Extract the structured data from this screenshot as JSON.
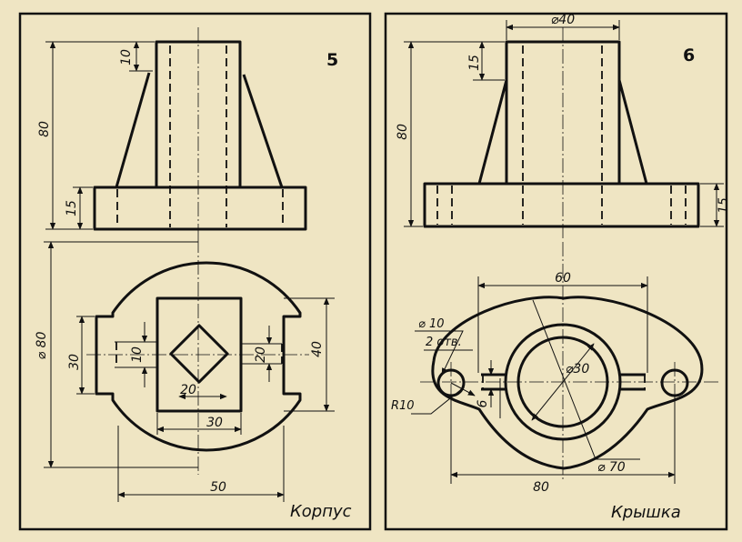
{
  "sheet5": {
    "number": "5",
    "title": "Корпус",
    "dims": {
      "d10_top": "10",
      "d80_height": "80",
      "d15_base": "15",
      "dia80": "⌀ 80",
      "d30_left": "30",
      "d10_plan": "10",
      "d20_square": "20",
      "d20_right": "20",
      "d40_right": "40",
      "d30_bottom": "30",
      "d50_bottom": "50"
    }
  },
  "sheet6": {
    "number": "6",
    "title": "Крышка",
    "dims": {
      "dia40": "⌀40",
      "d15_top": "15",
      "d80_height": "80",
      "d15_right": "15",
      "d60": "60",
      "dia10": "⌀ 10",
      "holes": "2 отв.",
      "dia30": "⌀30",
      "r10": "R10",
      "d6": "6",
      "dia70": "⌀ 70",
      "d80_bottom": "80"
    }
  },
  "colors": {
    "paper": "#efe5c3",
    "ink": "#111111"
  }
}
